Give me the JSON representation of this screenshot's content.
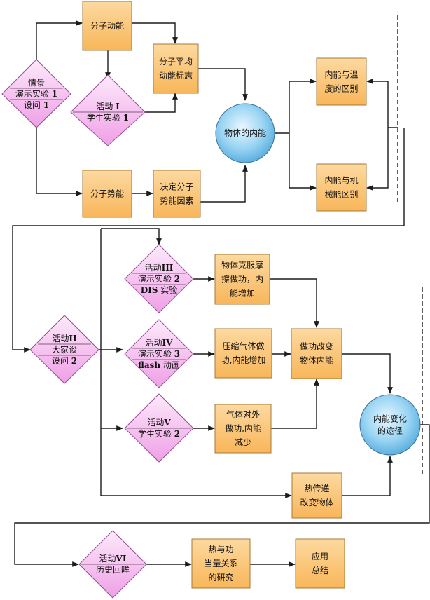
{
  "nodes": {
    "qingjing": {
      "lines": [
        "情景",
        "演示实验 1",
        "设问 1"
      ]
    },
    "fenzi_dongneng": {
      "lines": [
        "分子动能"
      ]
    },
    "fenzi_pingjun": {
      "lines": [
        "分子平均",
        "动能标志"
      ]
    },
    "huodong1": {
      "lines": [
        "活动 I",
        "学生实验 1"
      ]
    },
    "wuti_neineng": {
      "lines": [
        "物体的内能"
      ]
    },
    "wendu_qubie": {
      "lines": [
        "内能与温",
        "度的区别"
      ]
    },
    "jixie_qubie": {
      "lines": [
        "内能与机",
        "械能区别"
      ]
    },
    "fenzi_shineng": {
      "lines": [
        "分子势能"
      ]
    },
    "jueding_shineng": {
      "lines": [
        "决定分子",
        "势能因素"
      ]
    },
    "huodong3": {
      "lines": [
        "活动III",
        "演示实验 2",
        "DIS 实验"
      ]
    },
    "mocha": {
      "lines": [
        "物体克服摩",
        "擦做功，内",
        "能增加"
      ]
    },
    "huodong2": {
      "lines": [
        "活动II",
        "大家谈",
        "设问 2"
      ]
    },
    "huodong4": {
      "lines": [
        "活动IV",
        "演示实验 3",
        "flash 动画"
      ]
    },
    "yasuo": {
      "lines": [
        "压缩气体做",
        "功,内能增加"
      ]
    },
    "zuogong_gaibian": {
      "lines": [
        "做功改变",
        "物体内能"
      ]
    },
    "tujing": {
      "lines": [
        "内能变化",
        "的途径"
      ]
    },
    "huodong5": {
      "lines": [
        "活动V",
        "学生实验 2"
      ]
    },
    "duiwai": {
      "lines": [
        "气体对外",
        "做功,内能",
        "减少"
      ]
    },
    "rechuandi": {
      "lines": [
        "热传递",
        "改变物体"
      ]
    },
    "huodong6": {
      "lines": [
        "活动VI",
        "历史回眸"
      ]
    },
    "re_gong": {
      "lines": [
        "热与功",
        "当量关系",
        "的研究"
      ]
    },
    "yingyong": {
      "lines": [
        "应用",
        "总结"
      ]
    }
  },
  "colors": {
    "box_fill": "#fbc77a",
    "box_fill_light": "#fee2b6",
    "box_stroke": "#a57a3a",
    "diamond_fill": "#f5bff0",
    "diamond_fill_light": "#fde4fa",
    "diamond_stroke": "#9b4b98",
    "circle_fill": "#7cc6ee",
    "circle_fill_light": "#dff3fd",
    "circle_stroke": "#3b6f9a",
    "line": "#1b1b1b"
  }
}
